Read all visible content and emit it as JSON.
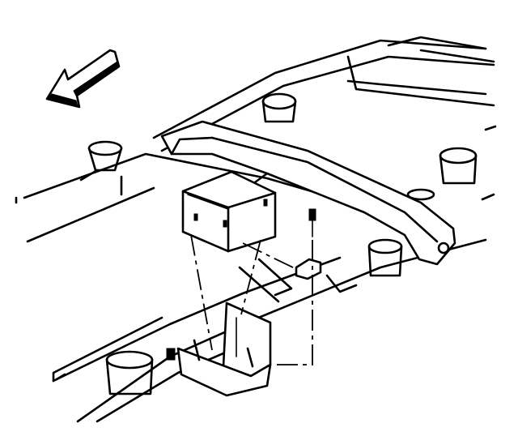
{
  "diagram": {
    "colors": {
      "line": "#000000",
      "background": "#ffffff"
    },
    "icons": [
      "forward-direction-arrow-icon"
    ],
    "parts": [
      "vehicle-frame",
      "front-crossmember",
      "body-mount",
      "control-module",
      "mounting-bracket",
      "retaining-bolt"
    ]
  }
}
